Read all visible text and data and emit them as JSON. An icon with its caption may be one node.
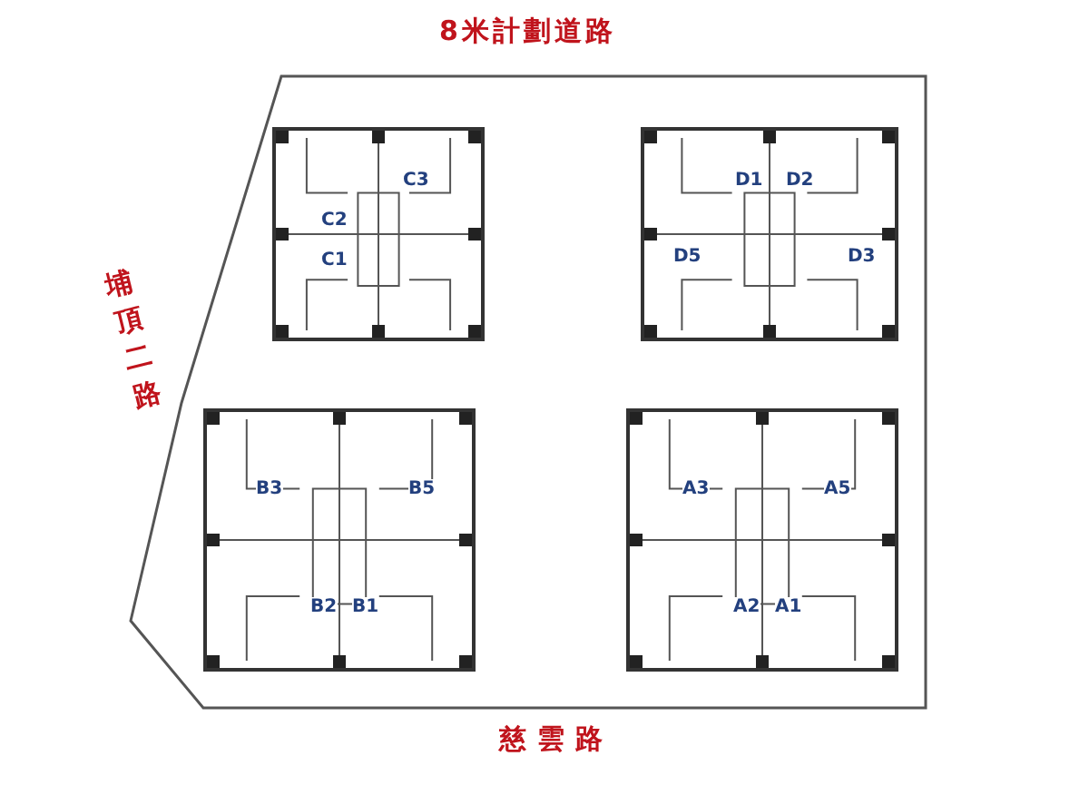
{
  "diagram": {
    "nodes": [
      {
        "text": [
          "C2",
          "C3",
          "C1"
        ]
      },
      {
        "text": [
          "D1",
          "D2",
          "D5",
          "D3"
        ]
      },
      {
        "text": [
          "B3",
          "B5",
          "B2",
          "B1"
        ]
      },
      {
        "text": [
          "A3",
          "A5",
          "A2",
          "A1"
        ]
      }
    ],
    "labels": [
      "8米計劃道路",
      "埔頂二路",
      "慈雲路"
    ]
  }
}
